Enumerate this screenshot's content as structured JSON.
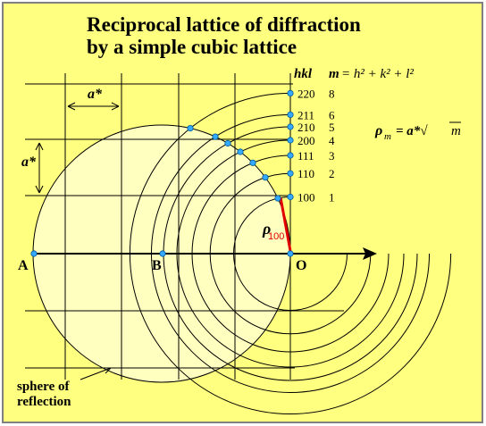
{
  "title": {
    "line1": "Reciprocal lattice of diffraction",
    "line2": "by a simple cubic lattice"
  },
  "header": {
    "hkl": "hkl",
    "m": "m",
    "formula": "= h² + k² + l²"
  },
  "rho_formula": {
    "rho": "ρ",
    "sub": "m",
    "eq": "= a*√",
    "m": "m"
  },
  "reflections": [
    {
      "hkl": "220",
      "m": "8"
    },
    {
      "hkl": "211",
      "m": "6"
    },
    {
      "hkl": "210",
      "m": "5"
    },
    {
      "hkl": "200",
      "m": "4"
    },
    {
      "hkl": "111",
      "m": "3"
    },
    {
      "hkl": "110",
      "m": "2"
    },
    {
      "hkl": "100",
      "m": "1"
    }
  ],
  "labels": {
    "a_star_h": "a*",
    "a_star_v": "a*",
    "point_a": "A",
    "point_b": "B",
    "point_o": "O",
    "rho": "ρ",
    "rho_sub": "100",
    "sphere_line1": "sphere of",
    "sphere_line2": "reflection"
  },
  "colors": {
    "background": "#ffff80",
    "sphere_fill": "#ffffc0",
    "point": "#33aaff",
    "rho_vector": "#e00000",
    "ink": "#000000"
  }
}
